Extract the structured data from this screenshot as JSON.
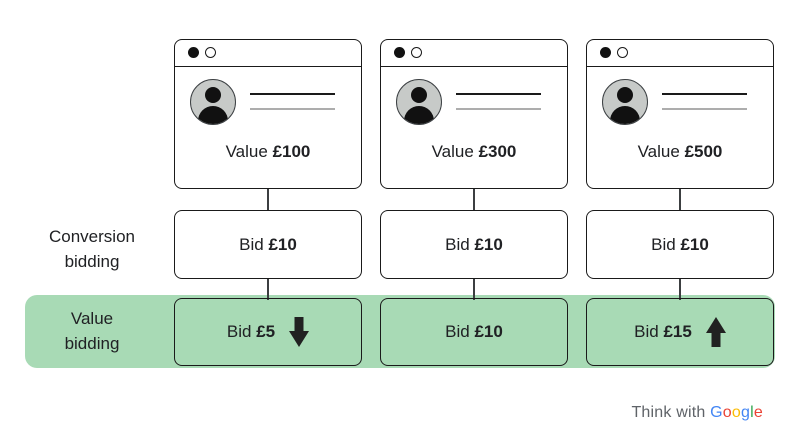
{
  "diagram": {
    "row_labels": {
      "conversion": [
        "Conversion",
        "bidding"
      ],
      "value": [
        "Value",
        "bidding"
      ]
    },
    "columns": [
      {
        "value_prefix": "Value",
        "value_amount": "£100",
        "conversion_bid_prefix": "Bid",
        "conversion_bid_amount": "£10",
        "value_bid_prefix": "Bid",
        "value_bid_amount": "£5",
        "value_bid_arrow": "down"
      },
      {
        "value_prefix": "Value",
        "value_amount": "£300",
        "conversion_bid_prefix": "Bid",
        "conversion_bid_amount": "£10",
        "value_bid_prefix": "Bid",
        "value_bid_amount": "£10",
        "value_bid_arrow": "none"
      },
      {
        "value_prefix": "Value",
        "value_amount": "£500",
        "conversion_bid_prefix": "Bid",
        "conversion_bid_amount": "£10",
        "value_bid_prefix": "Bid",
        "value_bid_amount": "£15",
        "value_bid_arrow": "up"
      }
    ]
  },
  "footer": {
    "brand_prefix": "Think with",
    "google_letters": [
      "G",
      "o",
      "o",
      "g",
      "l",
      "e"
    ]
  },
  "icons": {
    "window-dot-filled-icon": "●",
    "window-dot-outline-icon": "○",
    "avatar-icon": "person-silhouette",
    "arrow-down-icon": "⬇",
    "arrow-up-icon": "⬆"
  },
  "colors": {
    "band_green": "#A8DAB5",
    "outline_black": "#1A1A1A",
    "avatar_gray": "#C7CAC8",
    "placeholder_line_gray": "#ADADAD",
    "brand_gray": "#5F6368",
    "google_blue": "#4285F4",
    "google_red": "#EA4335",
    "google_yellow": "#FBBC04",
    "google_green": "#34A853"
  }
}
